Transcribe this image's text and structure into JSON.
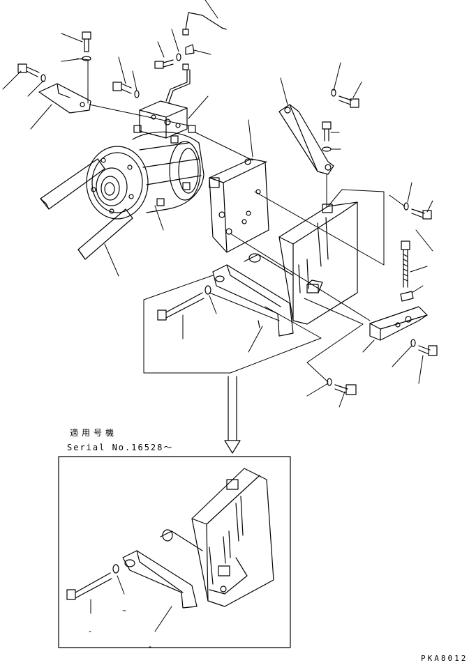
{
  "labels": {
    "applicable_models": "適用号機",
    "serial": "Serial No.16528～",
    "drawing_code": "PKA8012"
  },
  "colors": {
    "line": "#000000",
    "background": "#ffffff"
  }
}
